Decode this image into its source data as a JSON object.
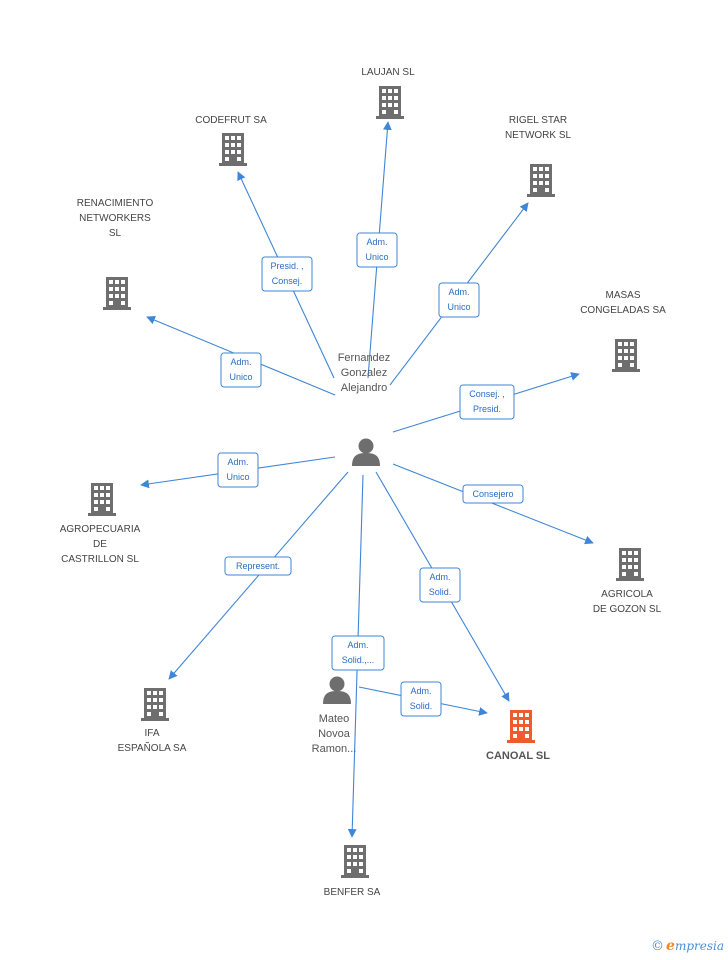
{
  "colors": {
    "edge": "#3f86d6",
    "node": "#6e6e6e",
    "focus": "#ef5a2f",
    "label_text": "#2a6cc4"
  },
  "people": [
    {
      "id": "p1",
      "name_lines": [
        "Fernandez",
        "Gonzalez",
        "Alejandro"
      ],
      "icon": "person-icon"
    },
    {
      "id": "p2",
      "name_lines": [
        "Mateo",
        "Novoa",
        "Ramon..."
      ],
      "icon": "person-icon"
    }
  ],
  "companies": [
    {
      "id": "c_laujan",
      "name_lines": [
        "LAUJAN SL"
      ],
      "icon": "building-icon"
    },
    {
      "id": "c_codefrut",
      "name_lines": [
        "CODEFRUT SA"
      ],
      "icon": "building-icon"
    },
    {
      "id": "c_rigel",
      "name_lines": [
        "RIGEL STAR",
        "NETWORK  SL"
      ],
      "icon": "building-icon"
    },
    {
      "id": "c_renacimiento",
      "name_lines": [
        "RENACIMIENTO",
        "NETWORKERS",
        "SL"
      ],
      "icon": "building-icon"
    },
    {
      "id": "c_masas",
      "name_lines": [
        "MASAS",
        "CONGELADAS SA"
      ],
      "icon": "building-icon"
    },
    {
      "id": "c_agropecuaria",
      "name_lines": [
        "AGROPECUARIA",
        "DE",
        "CASTRILLON  SL"
      ],
      "icon": "building-icon"
    },
    {
      "id": "c_agricola",
      "name_lines": [
        "AGRICOLA",
        "DE GOZON SL"
      ],
      "icon": "building-icon"
    },
    {
      "id": "c_ifa",
      "name_lines": [
        "IFA",
        "ESPAÑOLA SA"
      ],
      "icon": "building-icon"
    },
    {
      "id": "c_canoal",
      "name_lines": [
        "CANOAL SL"
      ],
      "icon": "building-icon",
      "focus": true
    },
    {
      "id": "c_benfer",
      "name_lines": [
        "BENFER SA"
      ],
      "icon": "building-icon"
    }
  ],
  "edges": [
    {
      "from": "p1",
      "to": "c_laujan",
      "label_lines": [
        "Adm.",
        "Unico"
      ]
    },
    {
      "from": "p1",
      "to": "c_codefrut",
      "label_lines": [
        "Presid. ,",
        "Consej."
      ]
    },
    {
      "from": "p1",
      "to": "c_rigel",
      "label_lines": [
        "Adm.",
        "Unico"
      ]
    },
    {
      "from": "p1",
      "to": "c_renacimiento",
      "label_lines": [
        "Adm.",
        "Unico"
      ]
    },
    {
      "from": "p1",
      "to": "c_masas",
      "label_lines": [
        "Consej. ,",
        "Presid."
      ]
    },
    {
      "from": "p1",
      "to": "c_agropecuaria",
      "label_lines": [
        "Adm.",
        "Unico"
      ]
    },
    {
      "from": "p1",
      "to": "c_agricola",
      "label_lines": [
        "Consejero"
      ]
    },
    {
      "from": "p1",
      "to": "c_ifa",
      "label_lines": [
        "Represent."
      ]
    },
    {
      "from": "p1",
      "to": "c_canoal",
      "label_lines": [
        "Adm.",
        "Solid."
      ]
    },
    {
      "from": "p1",
      "to": "c_benfer",
      "label_lines": [
        "Adm.",
        "Solid.,..."
      ]
    },
    {
      "from": "p2",
      "to": "c_canoal",
      "label_lines": [
        "Adm.",
        "Solid."
      ]
    }
  ],
  "footer": {
    "copyright": "©",
    "brand_first": "e",
    "brand_rest": "mpresia"
  }
}
